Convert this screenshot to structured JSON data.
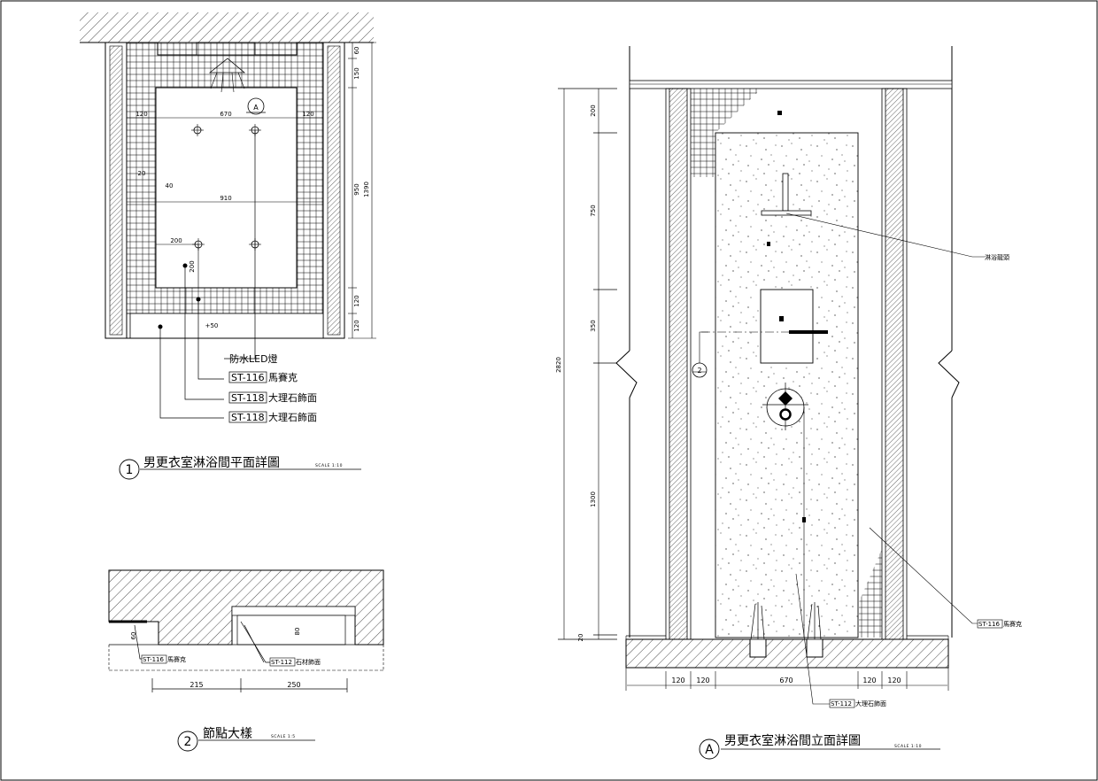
{
  "plan": {
    "marker": "1",
    "title": "男更衣室淋浴間平面詳圖",
    "scale": "SCALE 1:10",
    "dims": {
      "top_left": "120",
      "top_mid": "670",
      "top_right": "120",
      "mid": "910",
      "side_20": "20",
      "side_40": "40",
      "low_200h": "200",
      "low_200v": "200",
      "plus50": "+50",
      "right_60": "60",
      "right_150": "150",
      "right_950": "950",
      "right_1390": "1390",
      "right_120a": "120",
      "right_120b": "120"
    },
    "callouts": [
      {
        "code": "",
        "text": "防水LED燈"
      },
      {
        "code": "ST-116",
        "text": "馬賽克"
      },
      {
        "code": "ST-118",
        "text": "大理石飾面"
      },
      {
        "code": "ST-118",
        "text": "大理石飾面"
      }
    ]
  },
  "node": {
    "marker": "2",
    "title": "節點大樣",
    "scale": "SCALE 1:5",
    "dims": {
      "h60": "60",
      "h80": "80",
      "w215": "215",
      "w250": "250"
    },
    "callouts": [
      {
        "code": "ST-116",
        "text": "馬賽克"
      },
      {
        "code": "ST-112",
        "text": "石材飾面"
      }
    ]
  },
  "elevation": {
    "marker": "A",
    "title": "男更衣室淋浴間立面詳圖",
    "scale": "SCALE 1:10",
    "dims_left": {
      "d200": "200",
      "d750": "750",
      "d350": "350",
      "d1300": "1300",
      "d20": "20",
      "total": "2820"
    },
    "dims_bottom": [
      "120",
      "120",
      "670",
      "120",
      "120"
    ],
    "callouts": [
      {
        "code": "",
        "text": "淋浴龍頭"
      },
      {
        "code": "ST-116",
        "text": "馬賽克"
      },
      {
        "code": "ST-112",
        "text": "大理石飾面"
      }
    ],
    "section_tag": "2"
  }
}
